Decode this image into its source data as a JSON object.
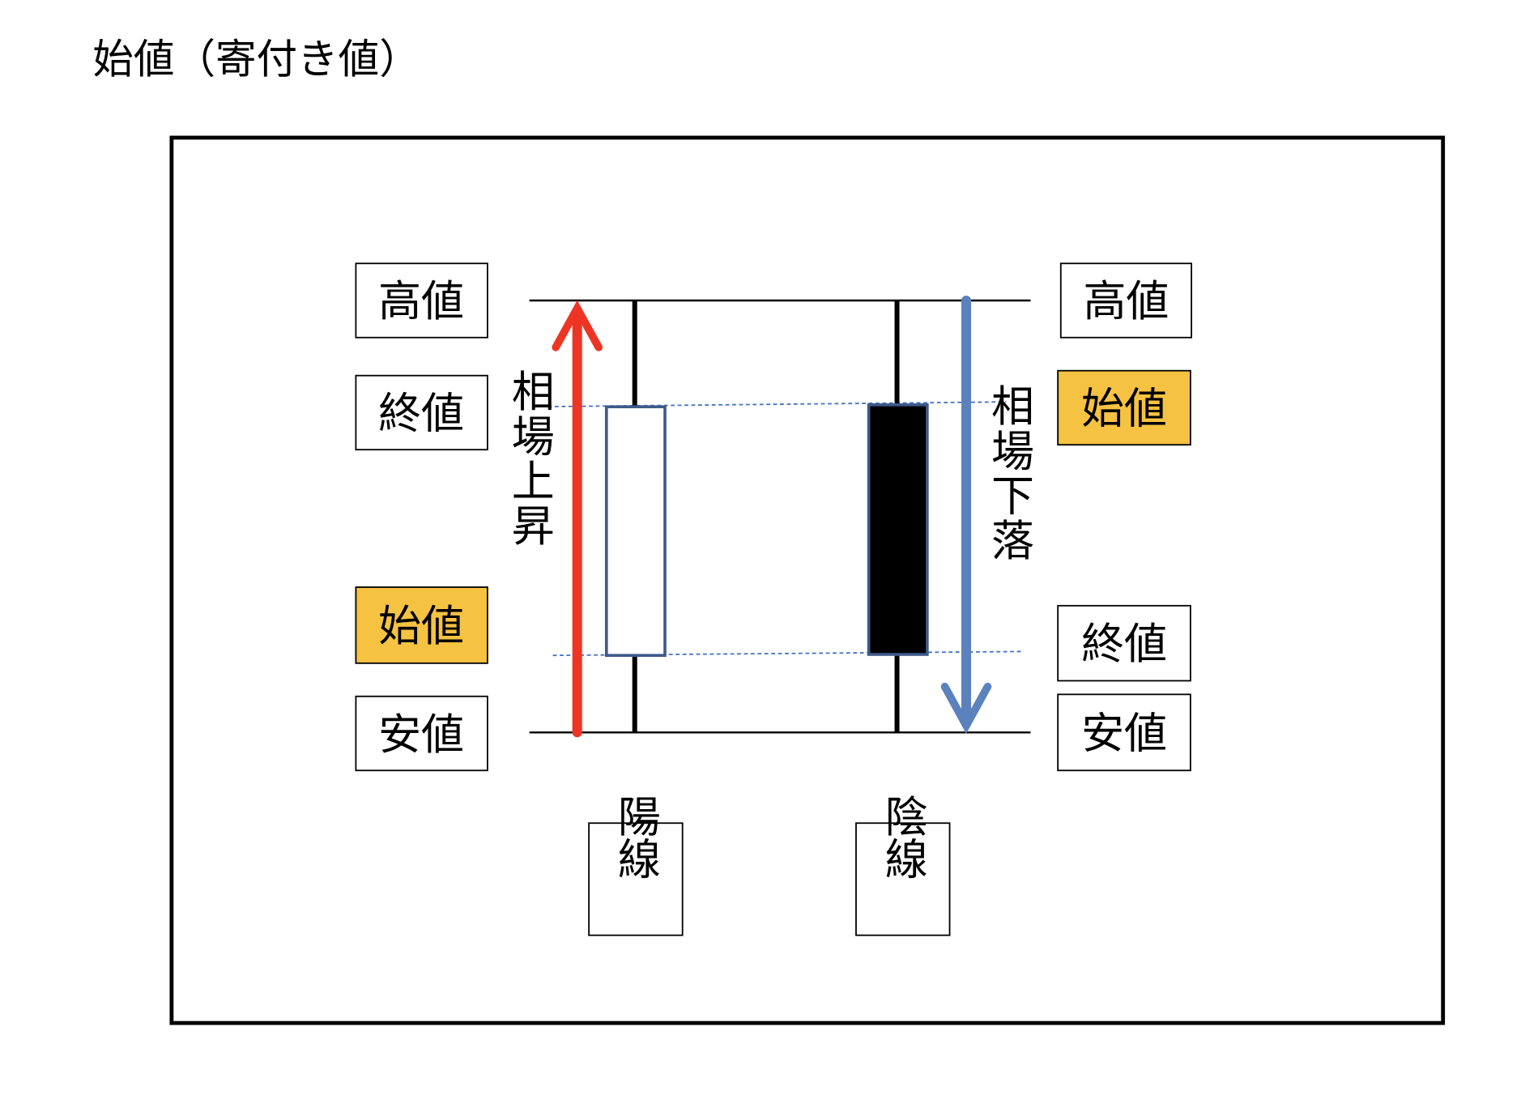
{
  "title": "始値（寄付き値）",
  "colors": {
    "highlight": "#F5C242",
    "up_arrow": "#EE3524",
    "down_arrow": "#5B82BD",
    "candle_border": "#3F5A8A"
  },
  "left_labels": {
    "high": "高値",
    "close": "終値",
    "open": "始値",
    "low": "安値"
  },
  "right_labels": {
    "high": "高値",
    "open": "始値",
    "close": "終値",
    "low": "安値"
  },
  "up_text": "相場上昇",
  "down_text": "相場下落",
  "bullish": {
    "label": "陽線"
  },
  "bearish": {
    "label": "陰線"
  }
}
